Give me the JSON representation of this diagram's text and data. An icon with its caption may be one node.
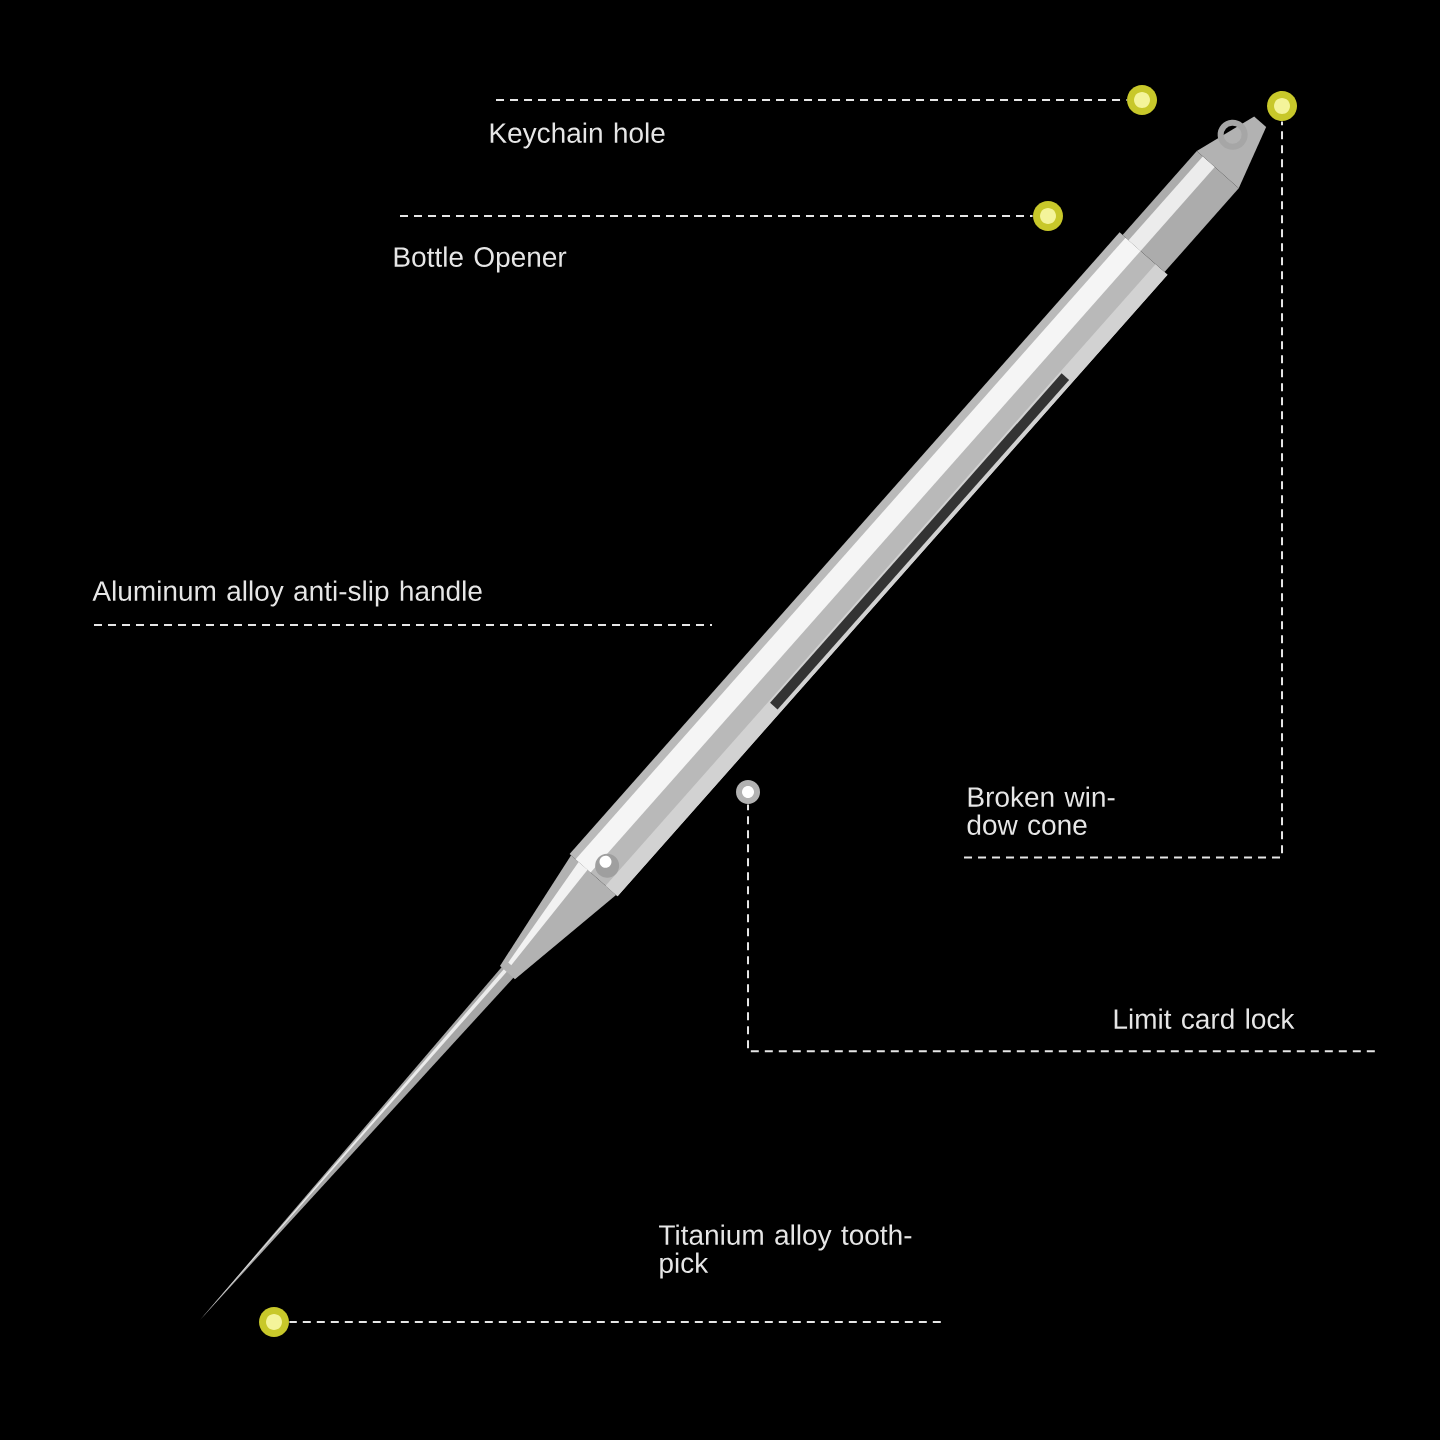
{
  "diagram": {
    "nodes": [
      {
        "text": [
          "Keychain hole"
        ]
      },
      {
        "text": [],
        "shape": "circle"
      },
      {
        "text": [
          "Bottle Opener"
        ]
      },
      {
        "text": [],
        "shape": "circle"
      },
      {
        "text": [
          "Aluminum alloy anti-slip handle"
        ]
      },
      {
        "text": [
          "Broken win- dow cone"
        ]
      },
      {
        "text": [],
        "shape": "circle"
      },
      {
        "text": [],
        "shape": "circle"
      },
      {
        "text": [
          "Limit card lock"
        ]
      },
      {
        "text": [
          "Titanium alloy tooth- pick"
        ]
      },
      {
        "text": [],
        "shape": "circle"
      }
    ],
    "edges": [
      {
        "from": 0,
        "to": 1,
        "arrow": "none",
        "style": "dashed"
      },
      {
        "from": 2,
        "to": 3,
        "arrow": "none",
        "style": "dashed"
      },
      {
        "from": 4,
        "to": null,
        "arrow": "none",
        "style": "dashed"
      },
      {
        "from": 5,
        "to": 6,
        "arrow": "none",
        "style": "dashed"
      },
      {
        "from": 8,
        "to": 7,
        "arrow": "none",
        "style": "dashed"
      },
      {
        "from": 9,
        "to": 10,
        "arrow": "none",
        "style": "dashed"
      }
    ]
  }
}
